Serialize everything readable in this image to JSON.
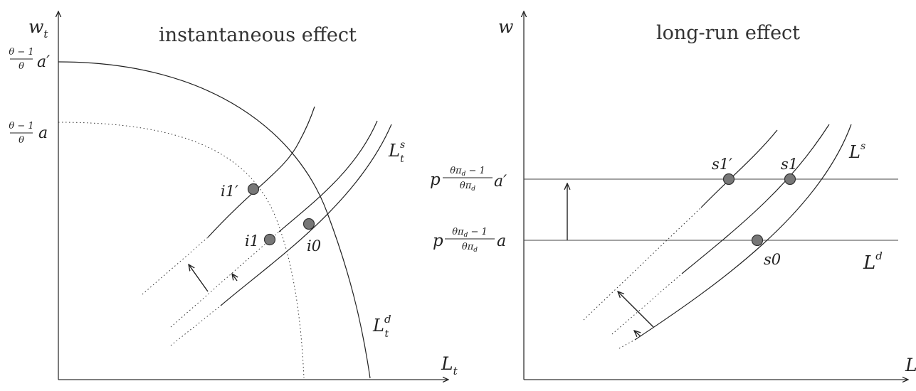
{
  "left_panel": {
    "title": "instantaneous effect",
    "y_axis_label": "w",
    "y_axis_sub": "t",
    "x_axis_label": "L",
    "x_axis_sub": "t",
    "ytick_high": {
      "frac_num": "θ − 1",
      "frac_den": "θ",
      "suffix": "a′"
    },
    "ytick_low": {
      "frac_num": "θ − 1",
      "frac_den": "θ",
      "suffix": "a"
    },
    "supply_label": "L",
    "supply_sup": "s",
    "supply_sub": "t",
    "demand_label": "L",
    "demand_sup": "d",
    "demand_sub": "t",
    "points": {
      "i0": "i0",
      "i1": "i1",
      "i1p": "i1′"
    }
  },
  "right_panel": {
    "title": "long-run effect",
    "y_axis_label": "w",
    "x_axis_label": "L",
    "ytick_high": {
      "prefix": "p",
      "frac_num": "θπ",
      "frac_num_sub": "d",
      "frac_num_tail": " − 1",
      "frac_den": "θπ",
      "frac_den_sub": "d",
      "suffix": "a′"
    },
    "ytick_low": {
      "prefix": "p",
      "frac_num": "θπ",
      "frac_num_sub": "d",
      "frac_num_tail": " − 1",
      "frac_den": "θπ",
      "frac_den_sub": "d",
      "suffix": "a"
    },
    "supply_label": "L",
    "supply_sup": "s",
    "demand_label": "L",
    "demand_sup": "d",
    "points": {
      "s0": "s0",
      "s1": "s1",
      "s1p": "s1′"
    }
  }
}
